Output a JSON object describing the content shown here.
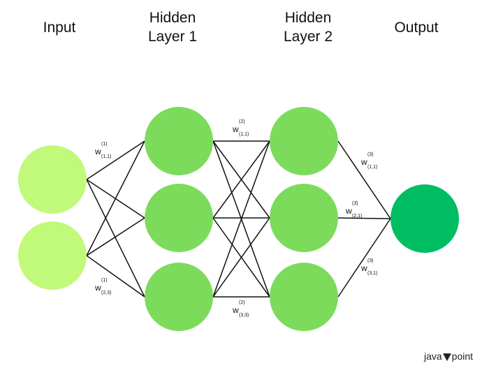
{
  "layers": {
    "input": "Input",
    "hidden1": "Hidden\nLayer 1",
    "hidden2": "Hidden\nLayer 2",
    "output": "Output"
  },
  "weights": {
    "w1_11": {
      "base": "w",
      "sup": "(1)",
      "sub": "(1,1)"
    },
    "w1_23": {
      "base": "w",
      "sup": "(1)",
      "sub": "(2,3)"
    },
    "w2_11": {
      "base": "w",
      "sup": "(2)",
      "sub": "(1,1)"
    },
    "w2_33": {
      "base": "w",
      "sup": "(2)",
      "sub": "(3,3)"
    },
    "w3_11": {
      "base": "w",
      "sup": "(3)",
      "sub": "(1,1)"
    },
    "w3_21": {
      "base": "w",
      "sup": "(3)",
      "sub": "(2,1)"
    },
    "w3_31": {
      "base": "w",
      "sup": "(3)",
      "sub": "(3,1)"
    }
  },
  "colors": {
    "input": "#c1f97a",
    "hidden": "#7ddb5c",
    "output": "#00bd63",
    "edge": "#111111"
  },
  "brand": {
    "left": "java",
    "right": "point"
  }
}
